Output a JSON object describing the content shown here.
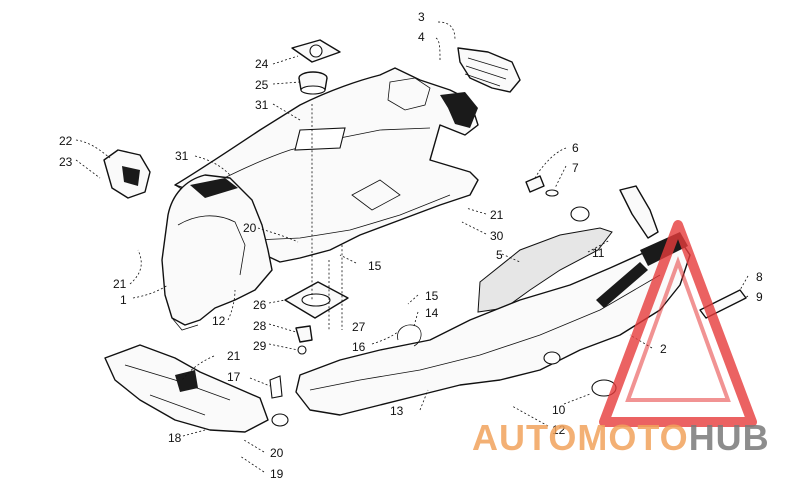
{
  "labels": {
    "l1": "1",
    "l2": "2",
    "l3": "3",
    "l4": "4",
    "l5": "5",
    "l6": "6",
    "l7": "7",
    "l8": "8",
    "l9": "9",
    "l10": "10",
    "l11": "11",
    "l12a": "12",
    "l12b": "12",
    "l13": "13",
    "l14": "14",
    "l15a": "15",
    "l15b": "15",
    "l16": "16",
    "l17": "17",
    "l18": "18",
    "l19": "19",
    "l20a": "20",
    "l20b": "20",
    "l21a": "21",
    "l21b": "21",
    "l21c": "21",
    "l22": "22",
    "l23": "23",
    "l24": "24",
    "l25": "25",
    "l26": "26",
    "l27": "27",
    "l28": "28",
    "l29": "29",
    "l30": "30",
    "l31a": "31",
    "l31b": "31"
  },
  "watermark": {
    "auto": "AUTO",
    "moto": "MOTO",
    "hub": "HUB",
    "colors": {
      "triangle": "#e63b3b",
      "auto": "#f2a35c",
      "hub": "#7a7a7a"
    }
  }
}
